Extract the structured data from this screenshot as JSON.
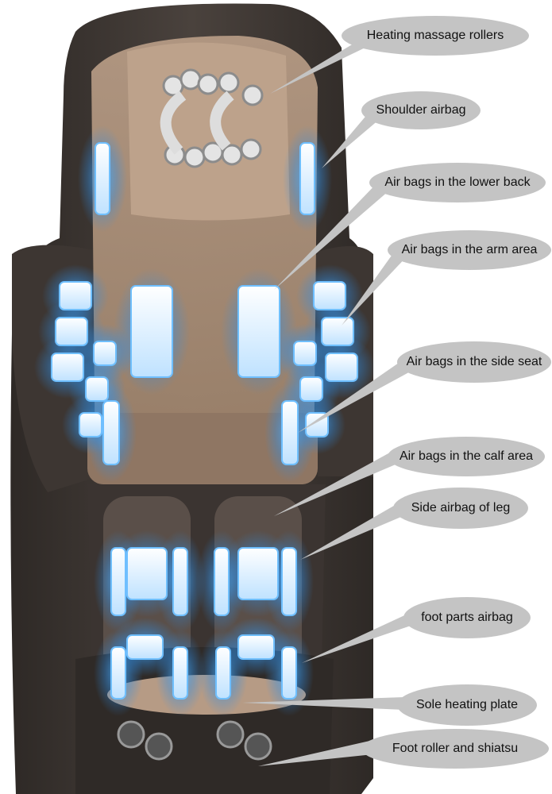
{
  "labels": {
    "heating_rollers": "Heating massage rollers",
    "shoulder_airbag": "Shoulder airbag",
    "lower_back": "Air bags in the lower back",
    "arm_area": "Air bags in the arm area",
    "side_seat": "Air bags in the side seat",
    "calf_area": "Air bags in the calf area",
    "side_leg": "Side airbag of leg",
    "foot_parts": "foot parts airbag",
    "sole_plate": "Sole heating plate",
    "foot_roller": "Foot roller and shiatsu"
  },
  "colors": {
    "label_bg": "#c4c4c4",
    "chair_dark": "#3a3431",
    "chair_tan": "#a58c78",
    "airbag_glow": "#3aa0ff",
    "airbag_core": "#eaf6ff"
  }
}
